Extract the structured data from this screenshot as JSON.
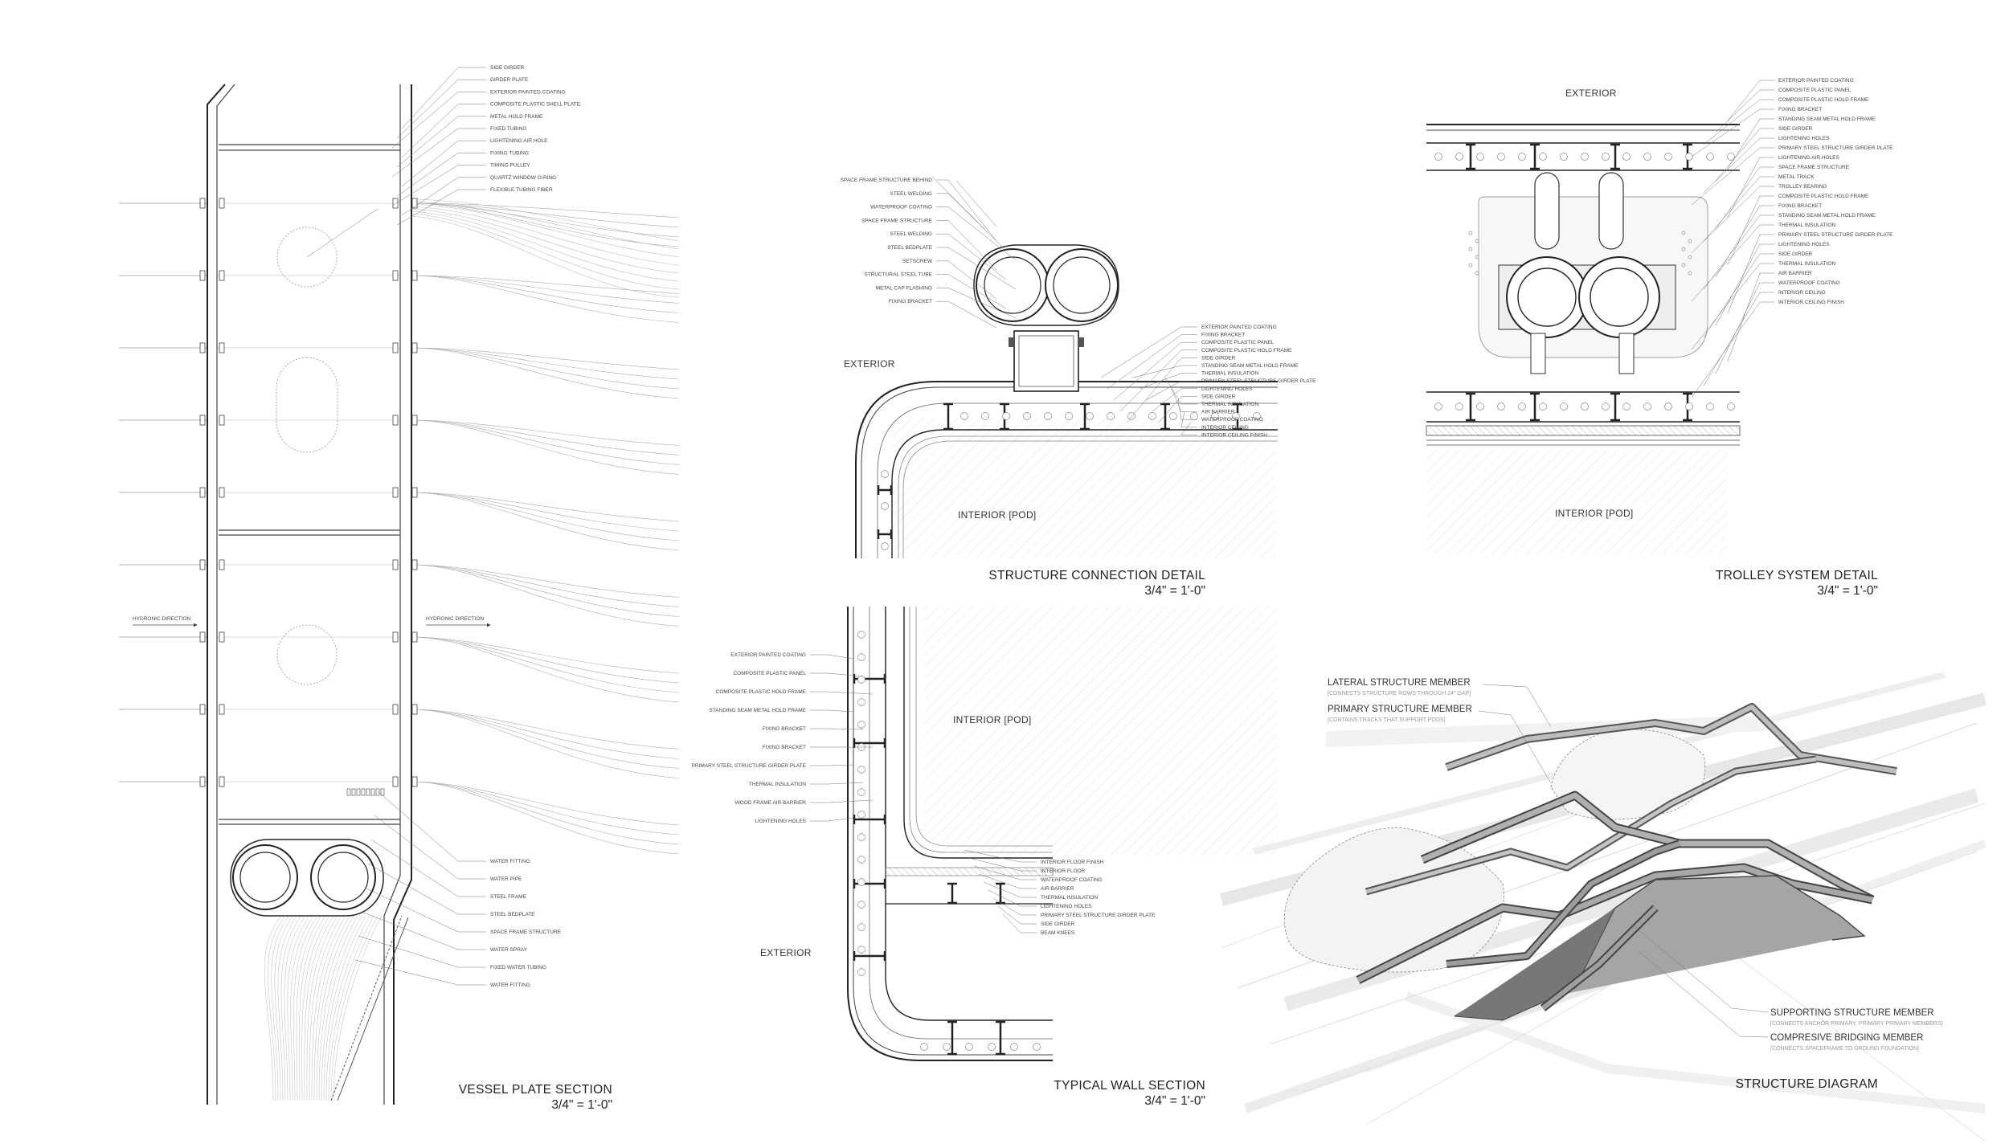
{
  "panels": {
    "vessel": {
      "title": "VESSEL PLATE SECTION",
      "scale": "3/4\" = 1'-0\"",
      "arrow_left": "HYDRONIC DIRECTION",
      "arrow_right": "HYDRONIC DIRECTION",
      "labels_top": [
        "SIDE GIRDER",
        "GIRDER PLATE",
        "EXTERIOR PAINTED COATING",
        "COMPOSITE PLASTIC SHELL PLATE",
        "METAL HOLD FRAME",
        "FIXED TUBING",
        "LIGHTENING AIR HOLE",
        "FIXING TUBING",
        "TIMING PULLEY",
        "QUARTZ WINDOW O-RING",
        "FLEXIBLE TUBING FIBER"
      ],
      "labels_bottom": [
        "WATER FITTING",
        "WATER PIPE",
        "STEEL FRAME",
        "STEEL BEDPLATE",
        "SPACE FRAME STRUCTURE",
        "WATER SPRAY",
        "FIXED WATER TUBING",
        "WATER FITTING"
      ]
    },
    "connection": {
      "title": "STRUCTURE CONNECTION DETAIL",
      "scale": "3/4\" = 1'-0\"",
      "exterior": "EXTERIOR",
      "interior": "INTERIOR [POD]",
      "labels_left": [
        "SPACE FRAME STRUCTURE BEHIND",
        "STEEL WELDING",
        "WATERPROOF COATING",
        "SPACE FRAME STRUCTURE",
        "STEEL WELDING",
        "STEEL BEDPLATE",
        "SETSCREW",
        "STRUCTURAL STEEL TUBE",
        "METAL CAP FLASHING",
        "FIXING BRACKET"
      ],
      "labels_right": [
        "EXTERIOR PAINTED COATING",
        "FIXING BRACKET",
        "COMPOSITE PLASTIC PANEL",
        "COMPOSITE PLASTIC HOLD FRAME",
        "SIDE GIRDER",
        "STANDING SEAM METAL HOLD FRAME",
        "THERMAL INSULATION",
        "PRIMARY STEEL STRUCTURE GIRDER PLATE",
        "LIGHTENING HOLES",
        "SIDE GIRDER",
        "THERMAL INSULATION",
        "AIR BARRIER",
        "WATERPROOF COATING",
        "INTERIOR CEILING",
        "INTERIOR CEILING FINISH"
      ]
    },
    "trolley": {
      "title": "TROLLEY SYSTEM DETAIL",
      "scale": "3/4\" = 1'-0\"",
      "exterior": "EXTERIOR",
      "interior": "INTERIOR [POD]",
      "labels_right": [
        "EXTERIOR PAINTED COATING",
        "COMPOSITE PLASTIC PANEL",
        "COMPOSITE PLASTIC HOLD FRAME",
        "FIXING BRACKET",
        "STANDING SEAM METAL HOLD FRAME",
        "SIDE GIRDER",
        "LIGHTENING HOLES",
        "PRIMARY STEEL STRUCTURE GIRDER PLATE",
        "LIGHTENING AIR HOLES",
        "SPACE FRAME STRUCTURE",
        "METAL TRACK",
        "TROLLEY BEARING",
        "COMPOSITE PLASTIC HOLD FRAME",
        "FIXING BRACKET",
        "STANDING SEAM METAL HOLD FRAME",
        "THERMAL INSULATION",
        "PRIMARY STEEL STRUCTURE GIRDER PLATE",
        "LIGHTENING HOLES",
        "SIDE GIRDER",
        "THERMAL INSULATION",
        "AIR BARRIER",
        "WATERPROOF COATING",
        "INTERIOR CEILING",
        "INTERIOR CEILING FINISH"
      ]
    },
    "wall": {
      "title": "TYPICAL WALL SECTION",
      "scale": "3/4\" = 1'-0\"",
      "exterior": "EXTERIOR",
      "interior": "INTERIOR [POD]",
      "labels_left": [
        "EXTERIOR PAINTED COATING",
        "COMPOSITE PLASTIC PANEL",
        "COMPOSITE PLASTIC HOLD FRAME",
        "STANDING SEAM METAL HOLD FRAME",
        "FIXING BRACKET",
        "FIXING BRACKET",
        "PRIMARY STEEL STRUCTURE GIRDER PLATE",
        "THERMAL INSULATION",
        "WOOD FRAME AIR BARRIER",
        "LIGHTENING HOLES"
      ],
      "labels_right": [
        "INTERIOR FLOOR FINISH",
        "INTERIOR FLOOR",
        "WATERPROOF COATING",
        "AIR BARRIER",
        "THERMAL INSULATION",
        "LIGHTENING HOLES",
        "PRIMARY STEEL STRUCTURE GIRDER PLATE",
        "SIDE GIRDER",
        "BEAM KNEES"
      ]
    },
    "diagram": {
      "title": "STRUCTURE DIAGRAM",
      "lateral": "LATERAL STRUCTURE MEMBER",
      "lateral_sub": "[CONNECTS STRUCTURE ROWS THROUGH 24\" OAP]",
      "primary": "PRIMARY STRUCTURE MEMBER",
      "primary_sub": "[CONTAINS TRACKS THAT SUPPORT PODS]",
      "supporting": "SUPPORTING STRUCTURE MEMBER",
      "supporting_sub": "[CONNECTS ANCHOR PRIMARY, PRIMARY PRIMARY MEMBERS]",
      "bridging": "COMPRESIVE BRIDGING MEMBER",
      "bridging_sub": "[CONNECTS SPACEFRAME TO GROUND FOUNDATION]"
    }
  },
  "colors": {
    "line": "#222222",
    "thin": "#999999",
    "fill": "#f7f7f7",
    "member": "#9a9a9a",
    "member_dark": "#555555"
  }
}
